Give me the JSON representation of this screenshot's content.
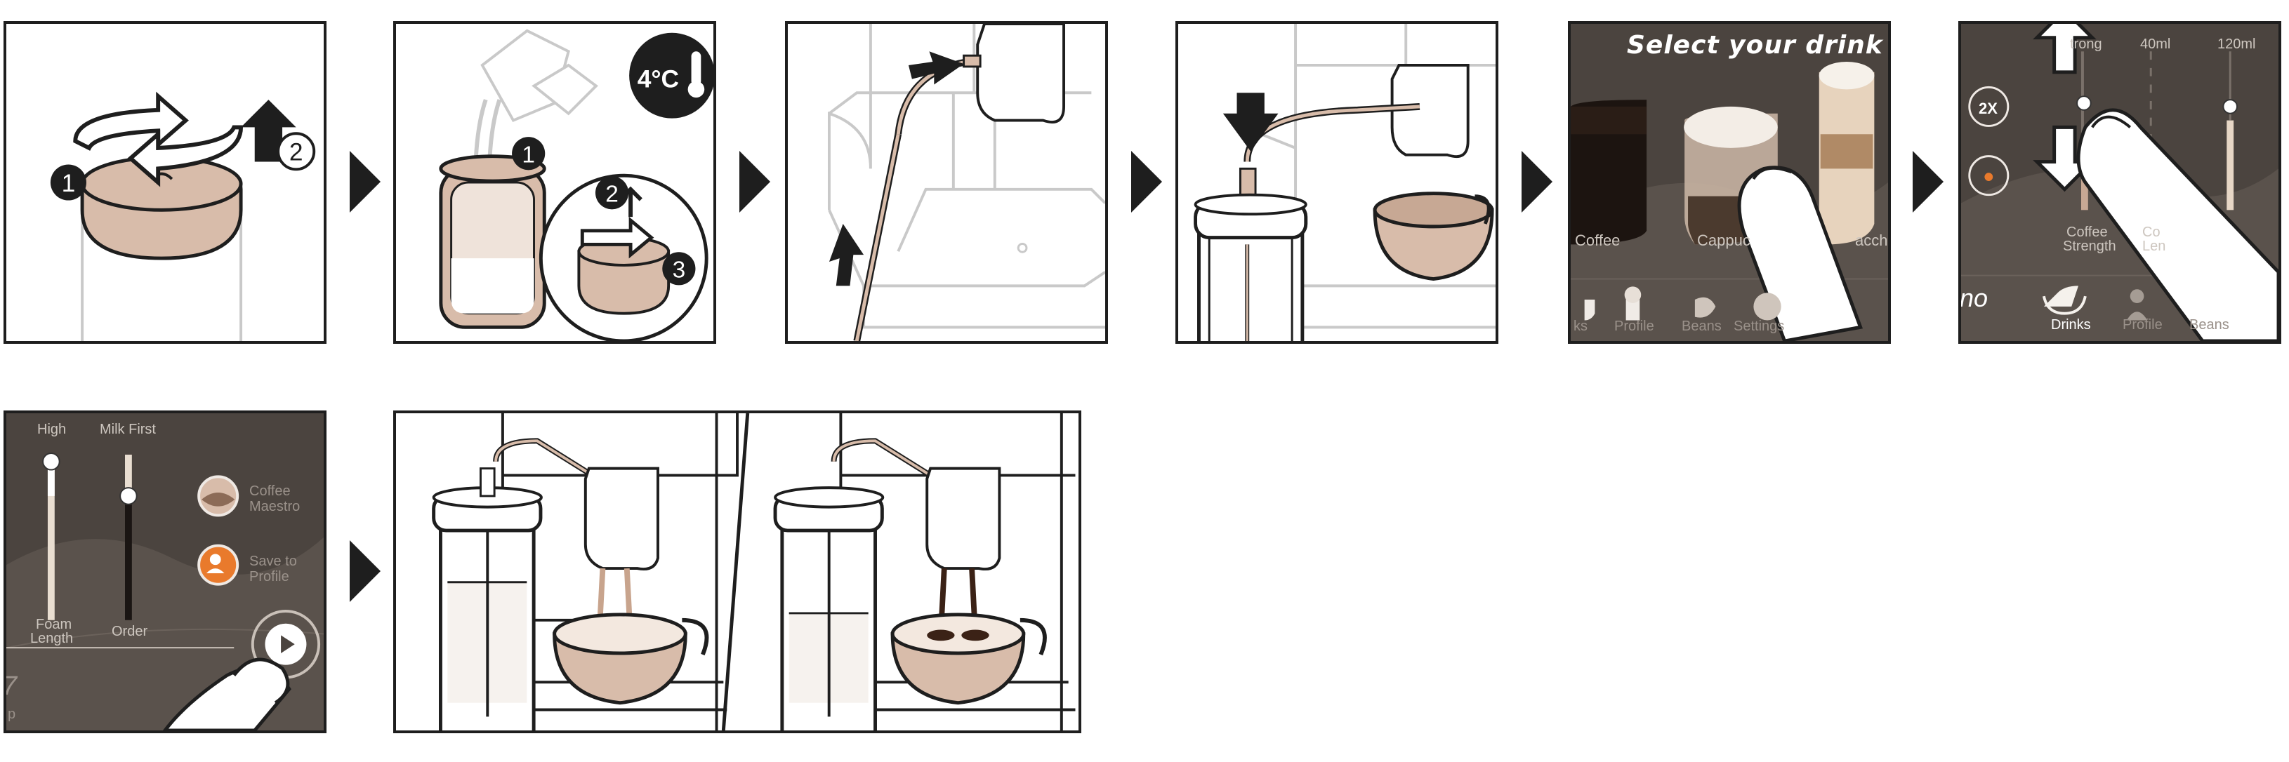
{
  "steps": {
    "step1": {
      "badges": [
        "1",
        "2"
      ]
    },
    "step2": {
      "badges": [
        "1",
        "2",
        "3"
      ],
      "temperature": "4°C"
    },
    "step5": {
      "title": "Select your drink",
      "drinks": [
        "Coffee",
        "Cappuc",
        "acch"
      ],
      "nav": [
        "ks",
        "Profile",
        "Beans",
        "Settings"
      ]
    },
    "step6": {
      "tabs": [
        "trong",
        "40ml",
        "120ml"
      ],
      "badge_2x": "2X",
      "slider_label_1": "Coffee",
      "slider_label_2": "Strength",
      "slider_label_3": "Co",
      "slider_label_4": "Len",
      "nav_fragment": "no",
      "nav": [
        "Drinks",
        "Profile",
        "Beans"
      ]
    },
    "step7": {
      "slider1_top": "High",
      "slider2_top": "Milk First",
      "slider1_bottom_1": "Foam",
      "slider1_bottom_2": "Length",
      "slider2_bottom": "Order",
      "maestro_1": "Coffee",
      "maestro_2": "Maestro",
      "save_1": "Save to",
      "save_2": "Profile",
      "edge_num": "7",
      "edge_p": "p"
    }
  },
  "colors": {
    "outline": "#1e1e1e",
    "milk_tan": "#d8bcaa",
    "ui_brown": "#4b443f",
    "orange": "#e97a2c",
    "coffee_dark": "#3b2216",
    "line_grey": "#c9c9c9"
  }
}
